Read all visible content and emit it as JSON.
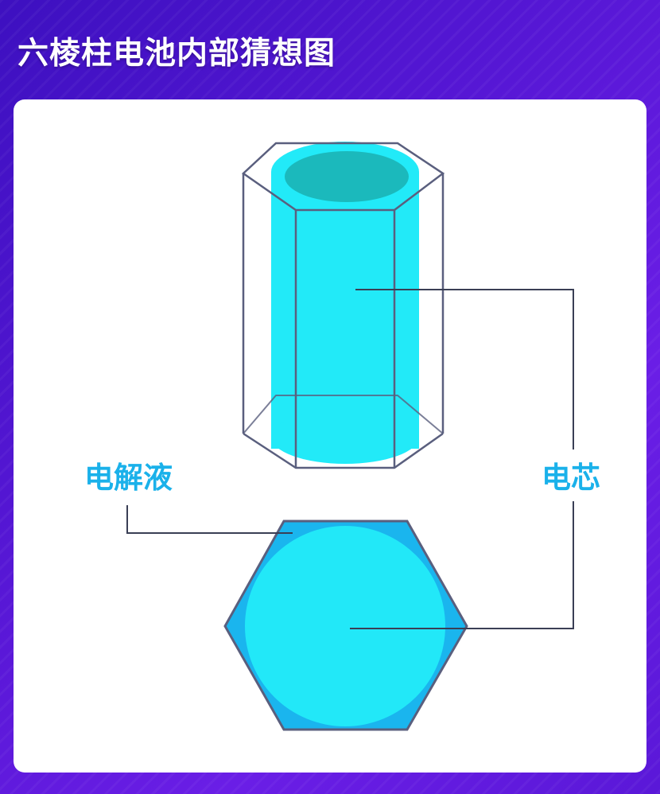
{
  "title": "六棱柱电池内部猜想图",
  "labels": {
    "electrolyte": "电解液",
    "core": "电芯"
  },
  "colors": {
    "background": "#4a14c8",
    "card": "#ffffff",
    "label": "#1ab1ea",
    "cylinder": "#22eaf8",
    "cylinder_top": "#1bb9bc",
    "hexagon_fill": "#1ab5ee",
    "circle_fill": "#22e8f8",
    "outline": "#5a5f7e"
  }
}
